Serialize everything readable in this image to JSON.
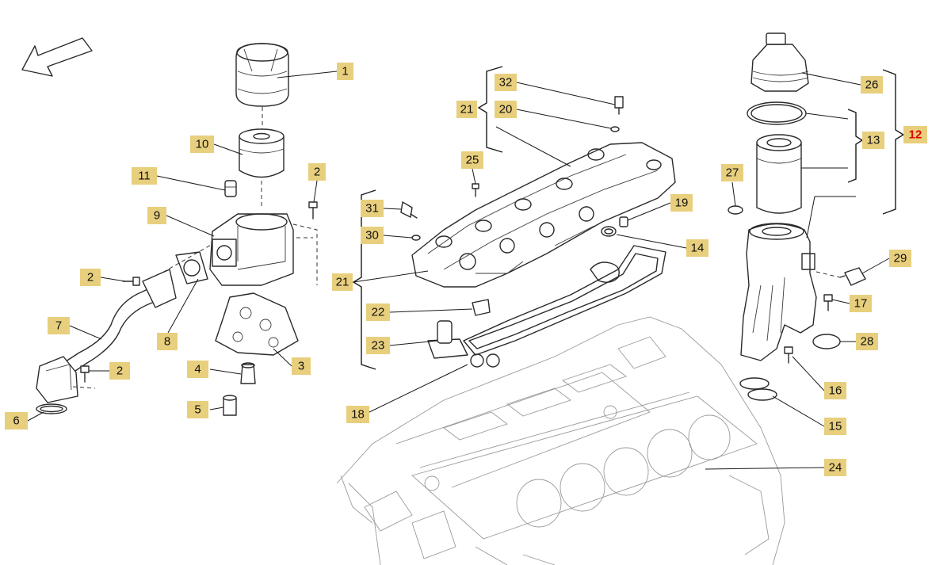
{
  "diagram": {
    "highlight_color": "#e00000",
    "label_fill": "#e8cf7d",
    "labels": [
      {
        "id": "l1",
        "text": "1"
      },
      {
        "id": "l2a",
        "text": "2"
      },
      {
        "id": "l2b",
        "text": "2"
      },
      {
        "id": "l2c",
        "text": "2"
      },
      {
        "id": "l3",
        "text": "3"
      },
      {
        "id": "l4",
        "text": "4"
      },
      {
        "id": "l5",
        "text": "5"
      },
      {
        "id": "l6",
        "text": "6"
      },
      {
        "id": "l7",
        "text": "7"
      },
      {
        "id": "l8",
        "text": "8"
      },
      {
        "id": "l9",
        "text": "9"
      },
      {
        "id": "l10",
        "text": "10"
      },
      {
        "id": "l11",
        "text": "11"
      },
      {
        "id": "l12",
        "text": "12",
        "highlight": true
      },
      {
        "id": "l13",
        "text": "13"
      },
      {
        "id": "l14",
        "text": "14"
      },
      {
        "id": "l15",
        "text": "15"
      },
      {
        "id": "l16",
        "text": "16"
      },
      {
        "id": "l17",
        "text": "17"
      },
      {
        "id": "l18",
        "text": "18"
      },
      {
        "id": "l19",
        "text": "19"
      },
      {
        "id": "l20",
        "text": "20"
      },
      {
        "id": "l21a",
        "text": "21"
      },
      {
        "id": "l21b",
        "text": "21"
      },
      {
        "id": "l22",
        "text": "22"
      },
      {
        "id": "l23",
        "text": "23"
      },
      {
        "id": "l24",
        "text": "24"
      },
      {
        "id": "l25",
        "text": "25"
      },
      {
        "id": "l26",
        "text": "26"
      },
      {
        "id": "l27",
        "text": "27"
      },
      {
        "id": "l28",
        "text": "28"
      },
      {
        "id": "l29",
        "text": "29"
      },
      {
        "id": "l30",
        "text": "30"
      },
      {
        "id": "l31",
        "text": "31"
      },
      {
        "id": "l32",
        "text": "32"
      }
    ]
  }
}
